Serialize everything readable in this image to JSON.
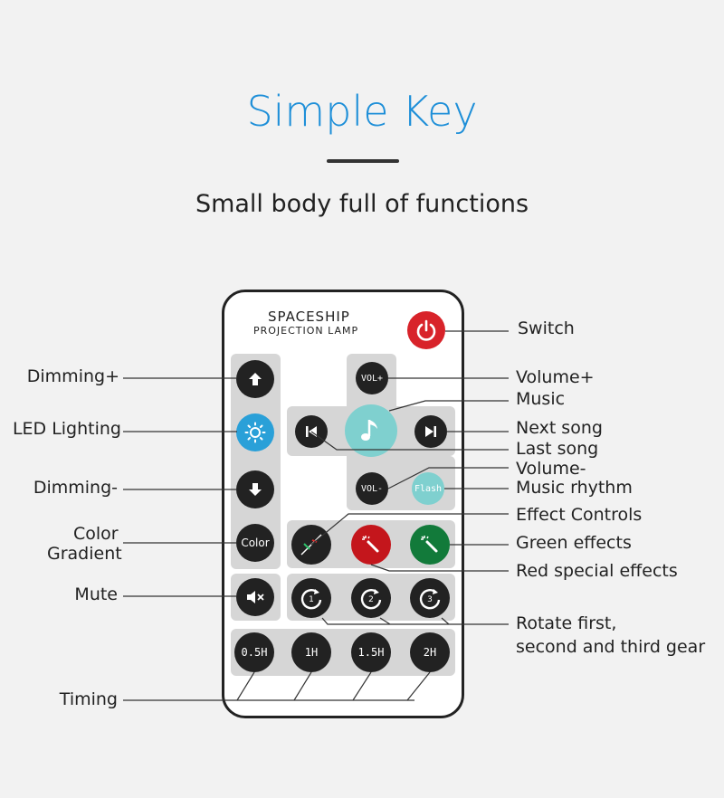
{
  "header": {
    "title": "Simple Key",
    "subtitle": "Small body full of functions"
  },
  "remote": {
    "brand_line1": "SPACESHIP",
    "brand_line2": "PROJECTION LAMP",
    "buttons": {
      "vol_plus": "VOL+",
      "vol_minus": "VOL-",
      "flash": "Flash",
      "color": "Color",
      "t1": "0.5H",
      "t2": "1H",
      "t3": "1.5H",
      "t4": "2H"
    }
  },
  "labels_left": {
    "dimming_plus": "Dimming+",
    "led_lighting": "LED Lighting",
    "dimming_minus": "Dimming-",
    "color_line1": "Color",
    "color_line2": "Gradient",
    "mute": "Mute",
    "timing": "Timing"
  },
  "labels_right": {
    "switch": "Switch",
    "volume_plus": "Volume+",
    "music": "Music",
    "next_song": "Next song",
    "last_song": "Last song",
    "volume_minus": "Volume-",
    "music_rhythm": "Music rhythm",
    "effect_controls": "Effect Controls",
    "green_effects": "Green effects",
    "red_effects": "Red special effects",
    "rotate_line1": "Rotate first,",
    "rotate_line2": "second and third gear"
  },
  "colors": {
    "title": "#1e8fd8",
    "power": "#d8232a",
    "led": "#2aa0d8",
    "music": "#7fd0cf",
    "red_effect": "#c4161c",
    "green_effect": "#127a3a"
  },
  "icons": [
    "power-icon",
    "arrow-up-icon",
    "sun-icon",
    "arrow-down-icon",
    "music-note-icon",
    "prev-icon",
    "next-icon",
    "mute-icon",
    "rotate-1-icon",
    "rotate-2-icon",
    "rotate-3-icon",
    "wand-icon"
  ]
}
